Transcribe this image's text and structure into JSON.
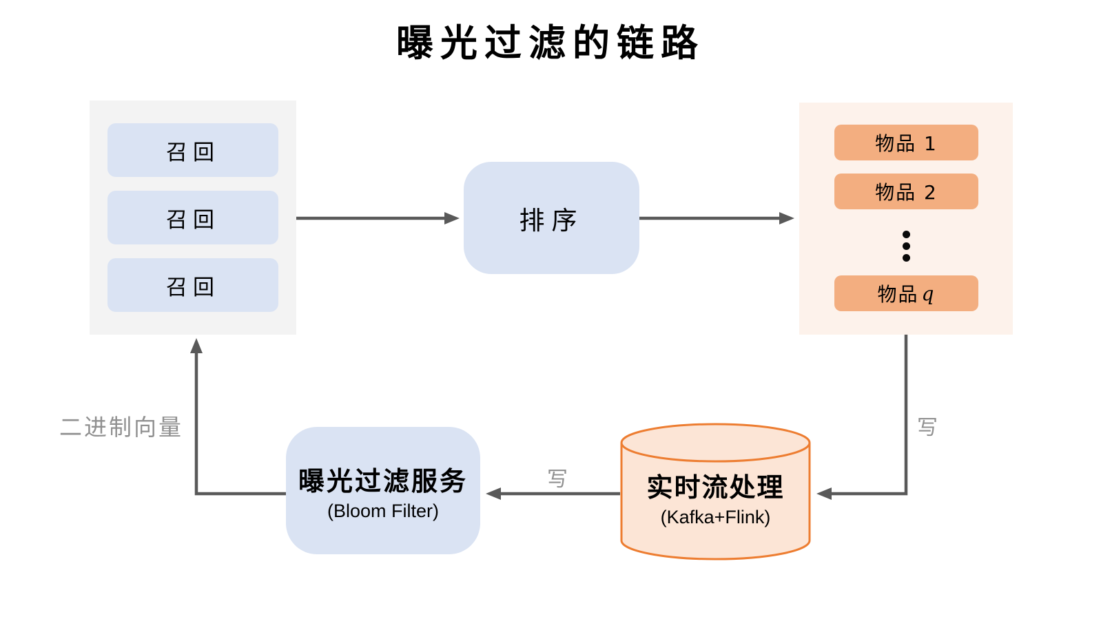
{
  "title": "曝光过滤的链路",
  "recall_panel": {
    "items": [
      "召回",
      "召回",
      "召回"
    ]
  },
  "ranking_box": {
    "label": "排序"
  },
  "items_panel": {
    "item1": "物品 1",
    "item2": "物品 2",
    "ellipsis": "⋮",
    "item_q_prefix": "物品",
    "item_q_var": "q"
  },
  "stream_processor": {
    "label": "实时流处理",
    "sublabel": "(Kafka+Flink)"
  },
  "filter_service": {
    "label": "曝光过滤服务",
    "sublabel": "(Bloom Filter)"
  },
  "edge_labels": {
    "write_to_stream": "写",
    "write_to_filter": "写",
    "binary_vector": "二进制向量"
  },
  "colors": {
    "recall_panel_bg": "#f3f3f3",
    "items_panel_bg": "#fdf2eb",
    "blue_box_bg": "#dae3f3",
    "orange_box_bg": "#f3ae80",
    "cylinder_fill": "#fce5d6",
    "cylinder_stroke": "#ed7d31",
    "arrow": "#595959",
    "edge_label_text": "#909090",
    "text": "#000000"
  }
}
